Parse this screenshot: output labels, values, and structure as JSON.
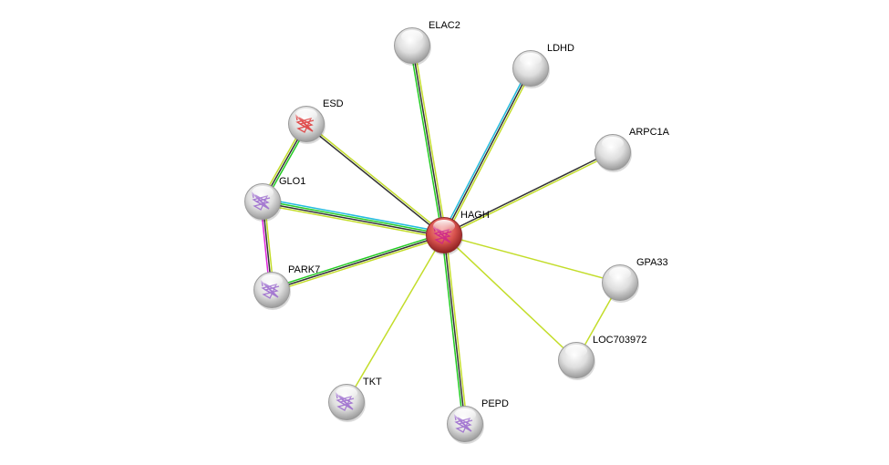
{
  "colors": {
    "neighborhood": "#22cc22",
    "coexpression": "#333333",
    "textmining": "#c3dd2a",
    "database": "#22bbdd",
    "experiments": "#dd22dd",
    "query_node": "#d9534f",
    "node": "#d8d8d8"
  },
  "nodes": [
    {
      "id": "HAGH",
      "label": "HAGH",
      "query": true,
      "structure": "#cc2288"
    },
    {
      "id": "ELAC2",
      "label": "ELAC2",
      "query": false,
      "structure": null
    },
    {
      "id": "LDHD",
      "label": "LDHD",
      "query": false,
      "structure": null
    },
    {
      "id": "ARPC1A",
      "label": "ARPC1A",
      "query": false,
      "structure": null
    },
    {
      "id": "GPA33",
      "label": "GPA33",
      "query": false,
      "structure": null
    },
    {
      "id": "LOC703972",
      "label": "LOC703972",
      "query": false,
      "structure": null
    },
    {
      "id": "PEPD",
      "label": "PEPD",
      "query": false,
      "structure": "#9966cc"
    },
    {
      "id": "TKT",
      "label": "TKT",
      "query": false,
      "structure": "#9966cc"
    },
    {
      "id": "PARK7",
      "label": "PARK7",
      "query": false,
      "structure": "#9966cc"
    },
    {
      "id": "GLO1",
      "label": "GLO1",
      "query": false,
      "structure": "#9966cc"
    },
    {
      "id": "ESD",
      "label": "ESD",
      "query": false,
      "structure": "#dd3333"
    }
  ],
  "edges": [
    {
      "from": "HAGH",
      "to": "ELAC2",
      "channels": [
        "neighborhood",
        "coexpression",
        "textmining"
      ]
    },
    {
      "from": "HAGH",
      "to": "LDHD",
      "channels": [
        "database",
        "coexpression",
        "textmining"
      ]
    },
    {
      "from": "HAGH",
      "to": "ARPC1A",
      "channels": [
        "coexpression",
        "textmining"
      ]
    },
    {
      "from": "HAGH",
      "to": "GPA33",
      "channels": [
        "textmining"
      ]
    },
    {
      "from": "HAGH",
      "to": "LOC703972",
      "channels": [
        "textmining"
      ]
    },
    {
      "from": "GPA33",
      "to": "LOC703972",
      "channels": [
        "textmining"
      ]
    },
    {
      "from": "HAGH",
      "to": "PEPD",
      "channels": [
        "textmining",
        "coexpression",
        "neighborhood"
      ]
    },
    {
      "from": "HAGH",
      "to": "TKT",
      "channels": [
        "textmining"
      ]
    },
    {
      "from": "HAGH",
      "to": "PARK7",
      "channels": [
        "textmining",
        "coexpression",
        "neighborhood"
      ]
    },
    {
      "from": "HAGH",
      "to": "GLO1",
      "channels": [
        "textmining",
        "coexpression",
        "neighborhood",
        "database"
      ]
    },
    {
      "from": "HAGH",
      "to": "ESD",
      "channels": [
        "coexpression",
        "textmining"
      ]
    },
    {
      "from": "ESD",
      "to": "GLO1",
      "channels": [
        "neighborhood",
        "coexpression",
        "textmining"
      ]
    },
    {
      "from": "GLO1",
      "to": "PARK7",
      "channels": [
        "textmining",
        "coexpression",
        "experiments"
      ]
    }
  ]
}
